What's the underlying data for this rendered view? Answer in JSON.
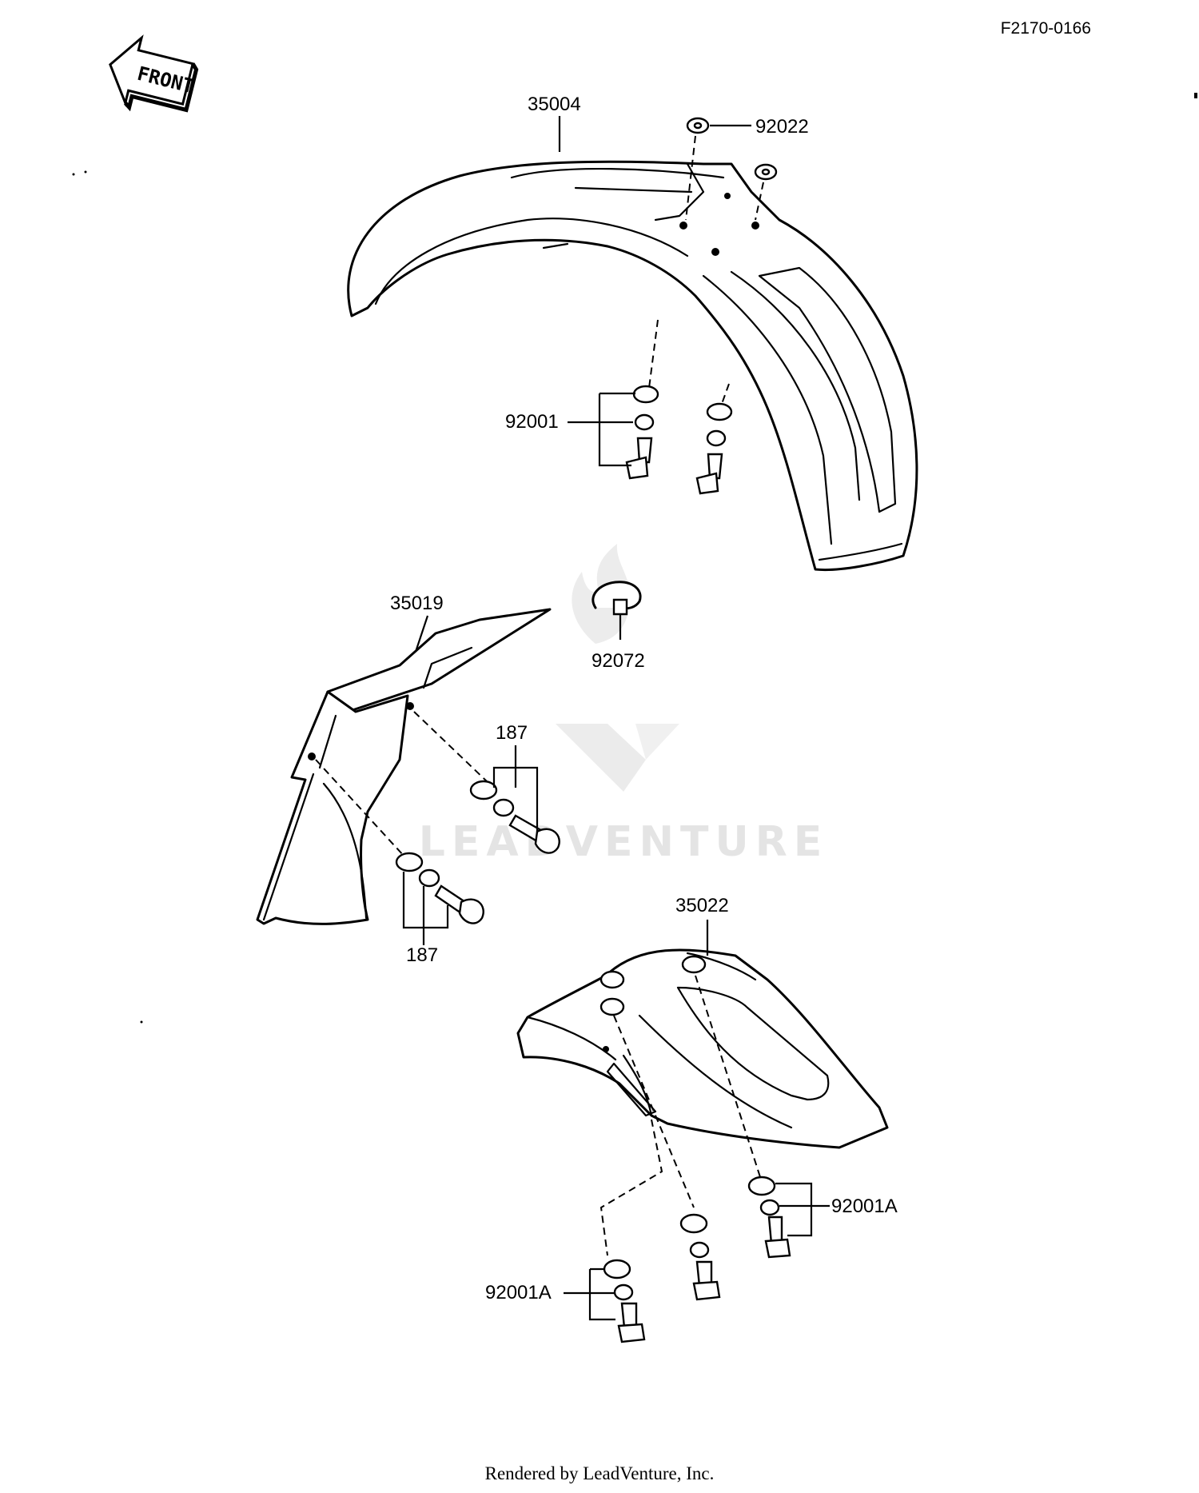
{
  "diagram_code": "F2170-0166",
  "front_indicator": "FRONT",
  "watermark": "LEADVENTURE",
  "footer": "Rendered by LeadVenture, Inc.",
  "parts": {
    "front_fender": "35004",
    "fender_washer_top": "92022",
    "bolt_set_front": "92001",
    "rear_flap": "35019",
    "clamp": "92072",
    "bolt_upper": "187",
    "bolt_lower": "187",
    "rear_fender": "35022",
    "bolt_set_rear_right": "92001A",
    "bolt_set_rear_left": "92001A"
  },
  "icons": {
    "front_arrow": "front-arrow-icon",
    "watermark_logo": "leadventure-logo-icon"
  }
}
